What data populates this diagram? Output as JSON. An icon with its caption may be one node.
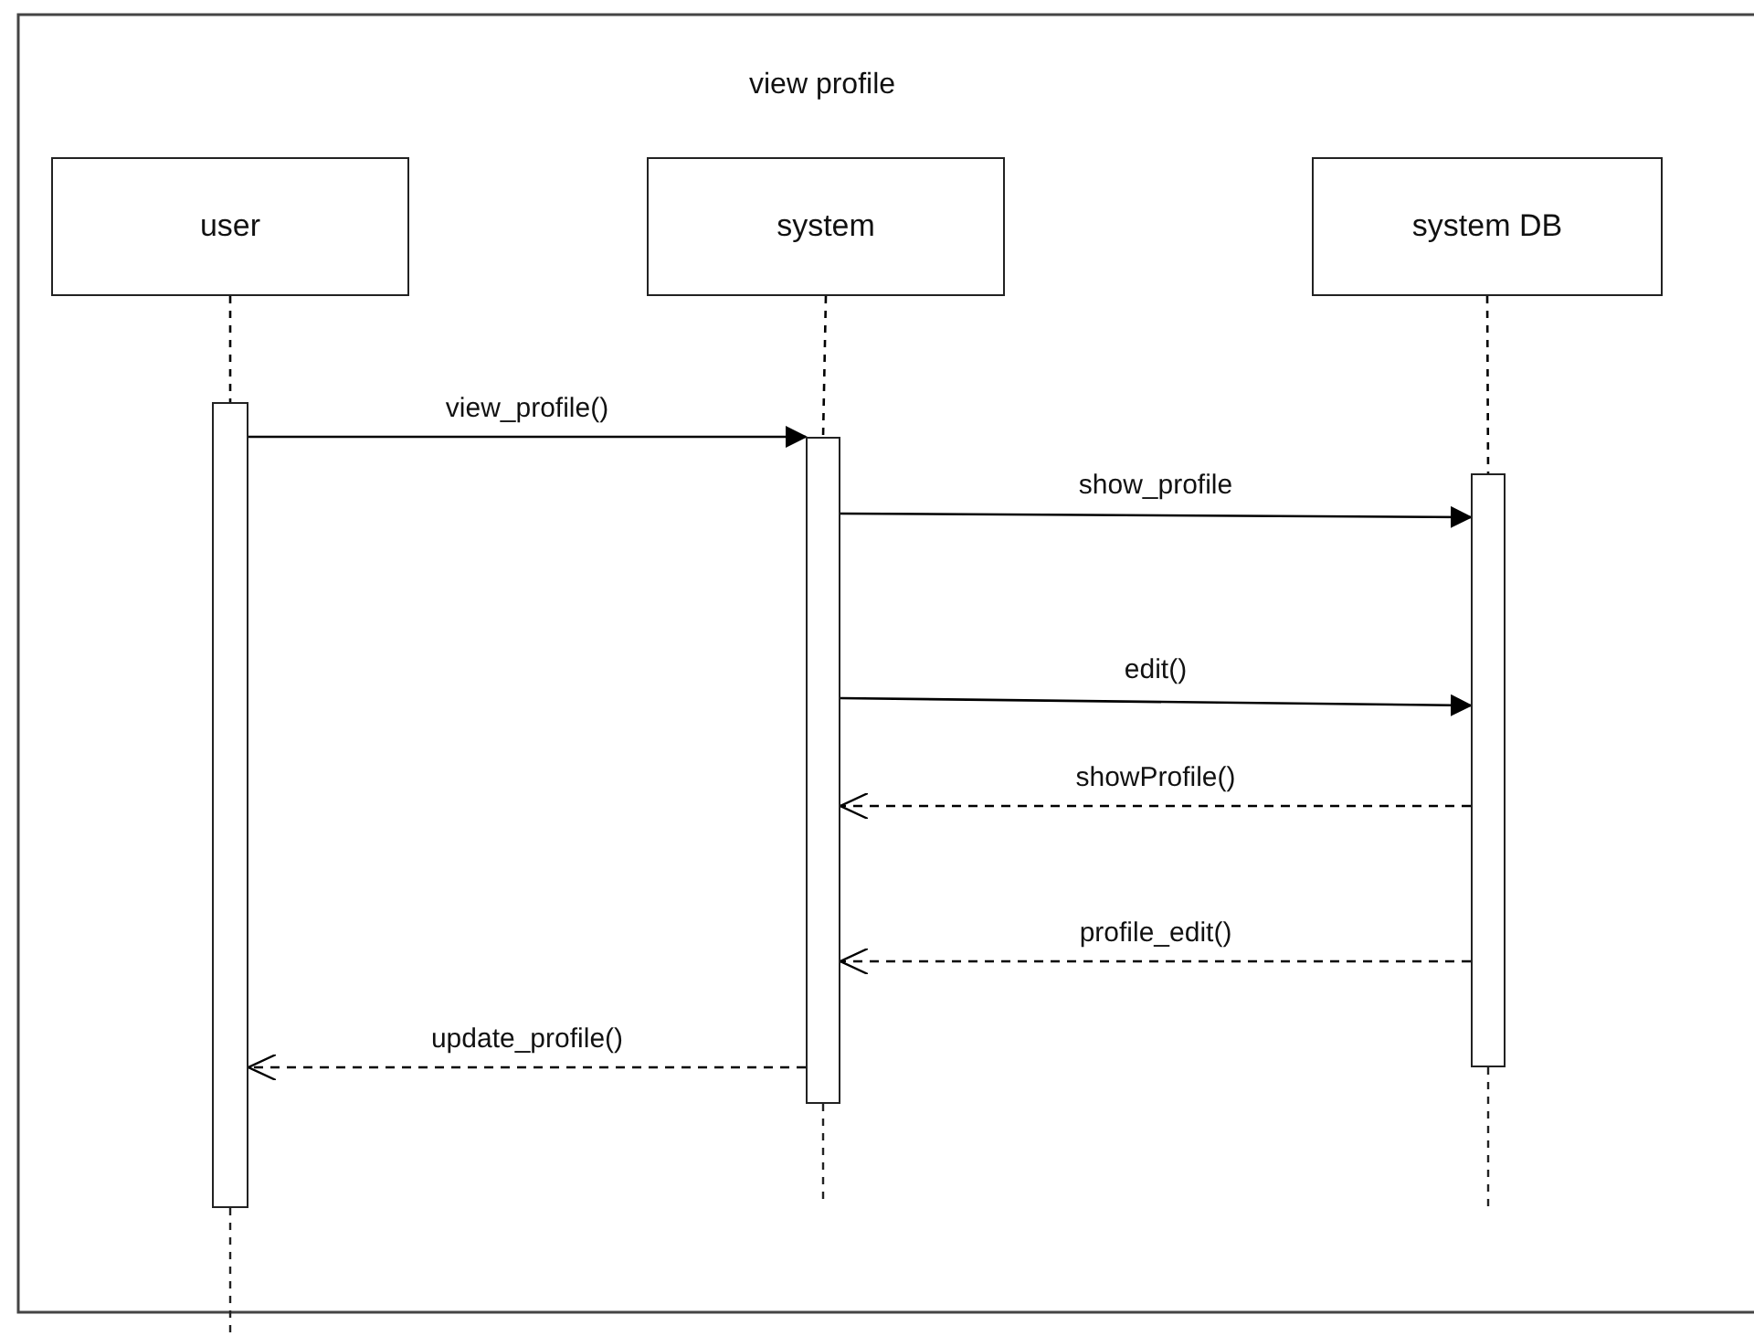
{
  "diagram": {
    "title": "view profile",
    "nodes": [
      {
        "text": [
          "user"
        ]
      },
      {
        "text": [
          "system"
        ]
      },
      {
        "text": [
          "system DB"
        ]
      },
      {
        "text": [],
        "shape": "bar"
      },
      {
        "text": [],
        "shape": "bar"
      },
      {
        "text": [],
        "shape": "bar"
      }
    ],
    "edges": [
      {
        "from": 0,
        "to": 3,
        "arrow": "none",
        "style": "dashed"
      },
      {
        "from": 1,
        "to": 4,
        "arrow": "none",
        "style": "dashed"
      },
      {
        "from": 2,
        "to": 5,
        "arrow": "none",
        "style": "dashed"
      },
      {
        "from": 3,
        "to": 4,
        "arrow": "to",
        "label": "view_profile()"
      },
      {
        "from": 4,
        "to": 5,
        "arrow": "to",
        "label": "show_profile"
      },
      {
        "from": 4,
        "to": 5,
        "arrow": "to",
        "label": "edit()"
      },
      {
        "from": 5,
        "to": 4,
        "arrow": "to",
        "label": "showProfile()",
        "style": "dashed"
      },
      {
        "from": 5,
        "to": 4,
        "arrow": "to",
        "label": "profile_edit()",
        "style": "dashed"
      },
      {
        "from": 4,
        "to": 3,
        "arrow": "to",
        "label": "update_profile()",
        "style": "dashed"
      }
    ]
  }
}
